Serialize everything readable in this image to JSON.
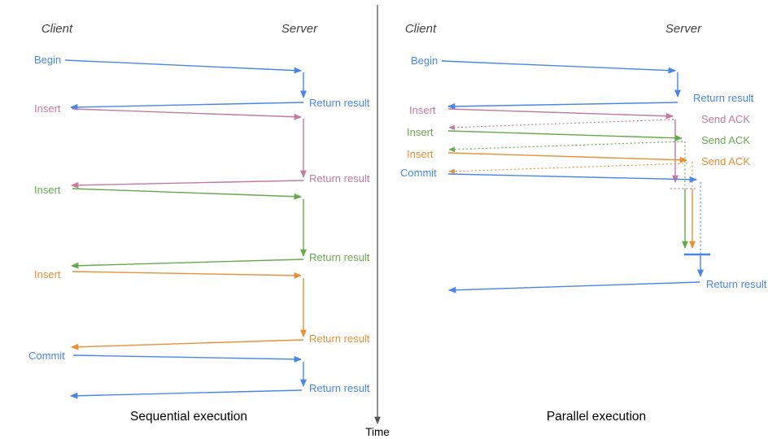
{
  "colors": {
    "blue": "#4a86e8",
    "pink": "#c27ba0",
    "green": "#6aa84f",
    "orange": "#e69138",
    "header": "#434343",
    "title": "#000000",
    "axis": "#555555"
  },
  "time_axis": {
    "label": "Time"
  },
  "panels": {
    "sequential": {
      "title": "Sequential execution",
      "client_header": "Client",
      "server_header": "Server",
      "operations": [
        {
          "request": "Begin",
          "response": "Return result",
          "color": "blue"
        },
        {
          "request": "Insert",
          "response": "Return result",
          "color": "pink"
        },
        {
          "request": "Insert",
          "response": "Return result",
          "color": "green"
        },
        {
          "request": "Insert",
          "response": "Return result",
          "color": "orange"
        },
        {
          "request": "Commit",
          "response": "Return result",
          "color": "blue"
        }
      ]
    },
    "parallel": {
      "title": "Parallel execution",
      "client_header": "Client",
      "server_header": "Server",
      "operations": [
        {
          "request": "Begin",
          "response": "Return result",
          "color": "blue"
        },
        {
          "request": "Insert",
          "response": "Send ACK",
          "color": "pink"
        },
        {
          "request": "Insert",
          "response": "Send ACK",
          "color": "green"
        },
        {
          "request": "Insert",
          "response": "Send ACK",
          "color": "orange"
        },
        {
          "request": "Commit",
          "response": "Return result",
          "color": "blue"
        }
      ]
    }
  }
}
